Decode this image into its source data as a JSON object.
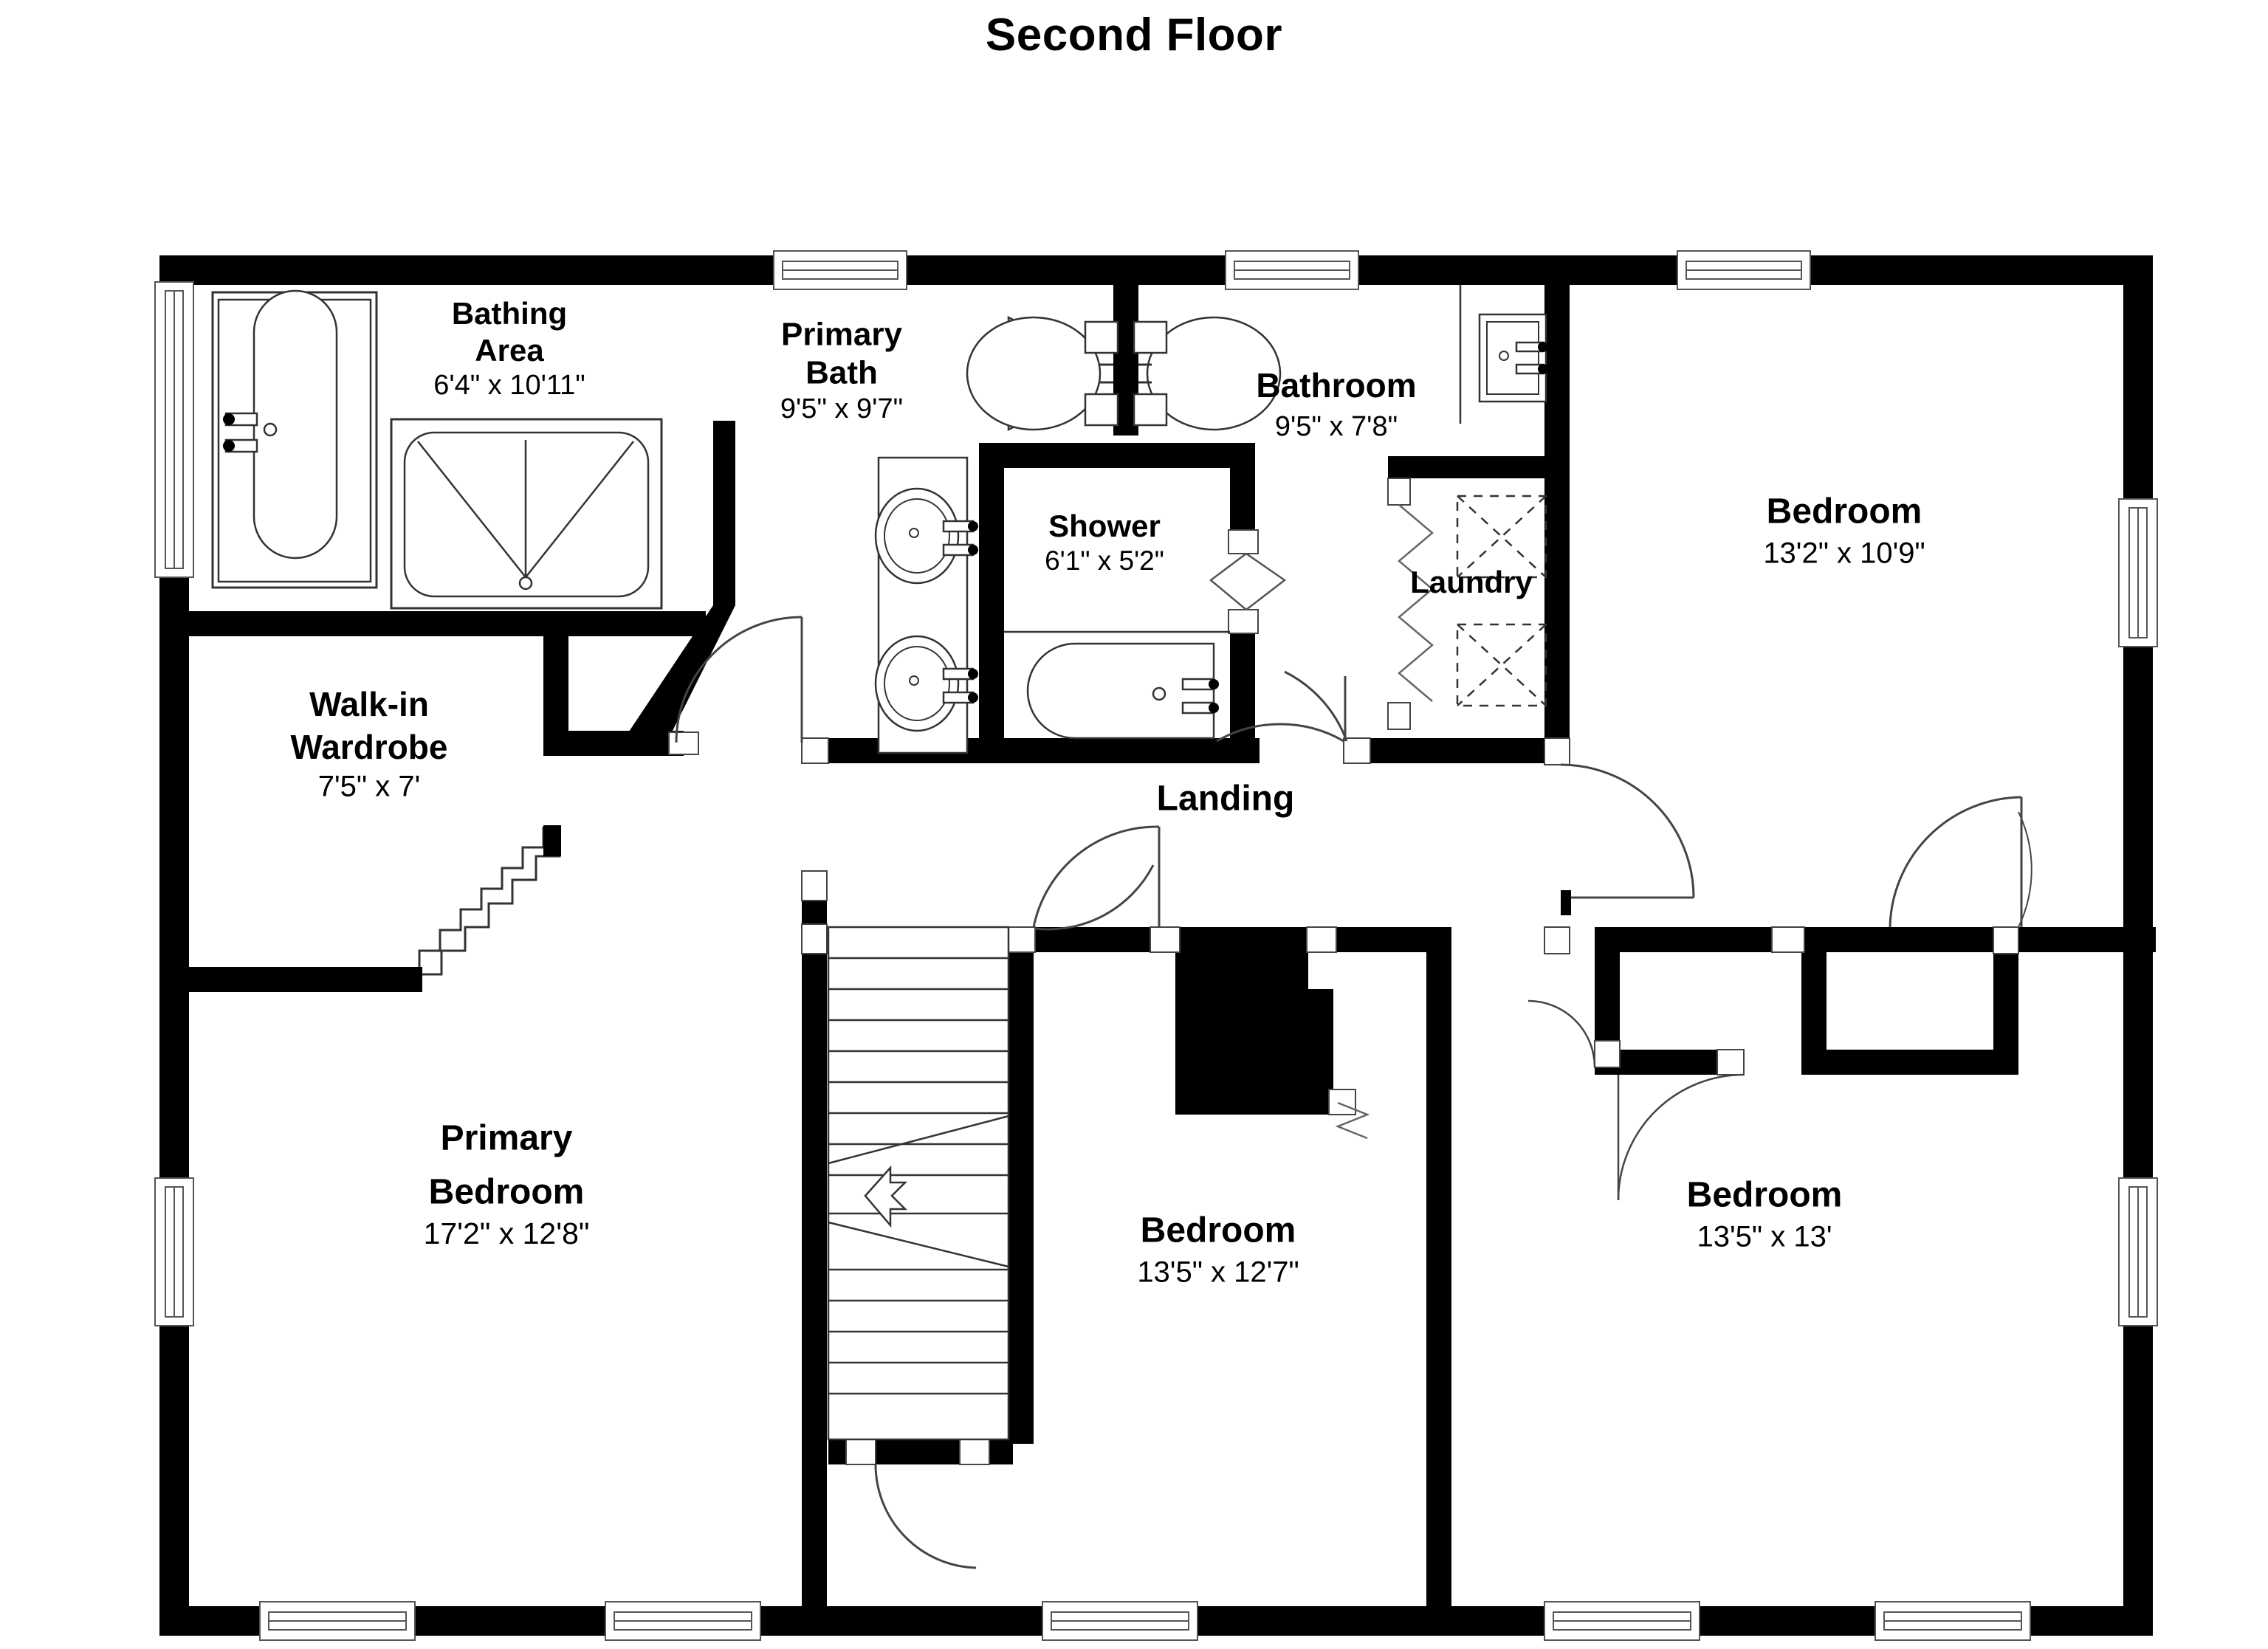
{
  "plan": {
    "title": "Second Floor",
    "colors": {
      "wall": "#000000",
      "fixture_stroke": "#222222",
      "background": "#ffffff",
      "text": "#000000"
    }
  },
  "rooms": [
    {
      "id": "bathing_area",
      "name": "Bathing Area",
      "name_line1": "Bathing",
      "name_line2": "Area",
      "dimensions": "6'4\" x 10'11\""
    },
    {
      "id": "primary_bath",
      "name": "Primary Bath",
      "name_line1": "Primary",
      "name_line2": "Bath",
      "dimensions": "9'5\" x 9'7\""
    },
    {
      "id": "bathroom",
      "name": "Bathroom",
      "name_line1": "Bathroom",
      "name_line2": "",
      "dimensions": "9'5\" x 7'8\""
    },
    {
      "id": "bedroom_top_right",
      "name": "Bedroom",
      "name_line1": "Bedroom",
      "name_line2": "",
      "dimensions": "13'2\" x 10'9\""
    },
    {
      "id": "shower",
      "name": "Shower",
      "name_line1": "Shower",
      "name_line2": "",
      "dimensions": "6'1\" x 5'2\""
    },
    {
      "id": "laundry",
      "name": "Laundry",
      "name_line1": "Laundry",
      "name_line2": "",
      "dimensions": ""
    },
    {
      "id": "walk_in_wardrobe",
      "name": "Walk-in Wardrobe",
      "name_line1": "Walk-in",
      "name_line2": "Wardrobe",
      "dimensions": "7'5\" x 7'"
    },
    {
      "id": "landing",
      "name": "Landing",
      "name_line1": "Landing",
      "name_line2": "",
      "dimensions": ""
    },
    {
      "id": "primary_bedroom",
      "name": "Primary Bedroom",
      "name_line1": "Primary",
      "name_line2": "Bedroom",
      "dimensions": "17'2\" x 12'8\""
    },
    {
      "id": "bedroom_middle",
      "name": "Bedroom",
      "name_line1": "Bedroom",
      "name_line2": "",
      "dimensions": "13'5\" x 12'7\""
    },
    {
      "id": "bedroom_bottom_right",
      "name": "Bedroom",
      "name_line1": "Bedroom",
      "name_line2": "",
      "dimensions": "13'5\" x 13'"
    }
  ],
  "fixtures": [
    {
      "id": "bathtub_bathing_area",
      "name": "bathtub-icon"
    },
    {
      "id": "shower_enclosure_bathing_area",
      "name": "shower-tray-icon"
    },
    {
      "id": "toilet_primary_bath",
      "name": "toilet-icon"
    },
    {
      "id": "toilet_bathroom",
      "name": "toilet-icon"
    },
    {
      "id": "sink_primary_upper",
      "name": "sink-icon"
    },
    {
      "id": "sink_primary_lower",
      "name": "sink-icon"
    },
    {
      "id": "bathtub_shower_room",
      "name": "bathtub-icon"
    },
    {
      "id": "sink_bathroom",
      "name": "sink-icon"
    },
    {
      "id": "washer",
      "name": "washer-icon"
    },
    {
      "id": "dryer",
      "name": "dryer-icon"
    },
    {
      "id": "staircase",
      "name": "staircase-icon"
    },
    {
      "id": "stair_direction_arrow",
      "name": "up-down-arrow-icon"
    }
  ]
}
